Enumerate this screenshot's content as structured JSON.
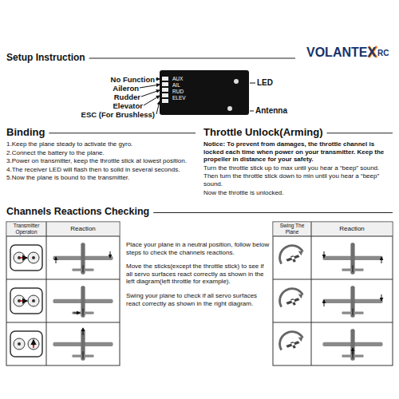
{
  "diagram": {
    "title": "Setup Instruction",
    "nodes": [
      {
        "text": [
          "AUX",
          "AIL",
          "RUD",
          "ELEV"
        ]
      }
    ],
    "labels": [
      "No Function",
      "Aileron",
      "Rudder",
      "Elevator",
      "ESC (For Brushless)",
      "LED",
      "Antenna",
      "VOLANTEX",
      "RC",
      "Binding",
      "1.Keep the plane steady to activate the gyro.",
      "2.Connect the battery to the plane.",
      "3.Power on transmitter, keep the throttle stick at lowest position.",
      "4.The receiver LED will flash then to solid in several seconds.",
      "5.Now the plane is bound to the transmitter.",
      "Throttle Unlock(Arming)",
      "Notice: To prevent from damages, the throttle channel is locked each time when power on your transmitter. Keep the propeller in distance for your safety.",
      "Turn the throttle stick up to max until you hear a “beep” sound.",
      "Then turn the throttle stick down to min until you hear a “beep” sound.",
      "Now the throttle is unlocked.",
      "Channels Reactions Checking",
      "Transmitter Operaton",
      "Reaction",
      "Place your plane in a neutral position, follow below steps to check the channels reactions.",
      "Move the sticks(except the throttle stick) to see if all servo surfaces react correctly as shown in the left diagram(left throttle for example).",
      "Swing your plane to check if all servo surfaces react correctly as shown in the right diagram.",
      "Swing The Plane",
      "Reaction"
    ]
  }
}
